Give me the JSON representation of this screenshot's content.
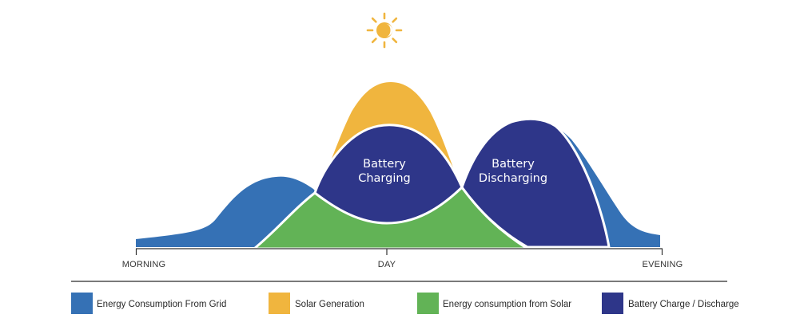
{
  "colors": {
    "grid": "#3571b5",
    "solar": "#f0b53e",
    "solar_use": "#62b356",
    "battery": "#2e3689",
    "sun": "#f0b53e",
    "axis": "#333333"
  },
  "icons": {
    "sun": "sun-icon"
  },
  "axis": {
    "morning": "MORNING",
    "day": "DAY",
    "evening": "EVENING"
  },
  "regions": {
    "charging": [
      "Battery",
      "Charging"
    ],
    "discharging": [
      "Battery",
      "Discharging"
    ]
  },
  "legend": [
    {
      "label": "Energy Consumption From Grid",
      "color": "#3571b5",
      "icon": "legend-swatch-grid"
    },
    {
      "label": "Solar Generation",
      "color": "#f0b53e",
      "icon": "legend-swatch-solar"
    },
    {
      "label": "Energy consumption from Solar",
      "color": "#62b356",
      "icon": "legend-swatch-solar-consumption"
    },
    {
      "label": "Battery Charge / Discharge",
      "color": "#2e3689",
      "icon": "legend-swatch-battery"
    }
  ]
}
